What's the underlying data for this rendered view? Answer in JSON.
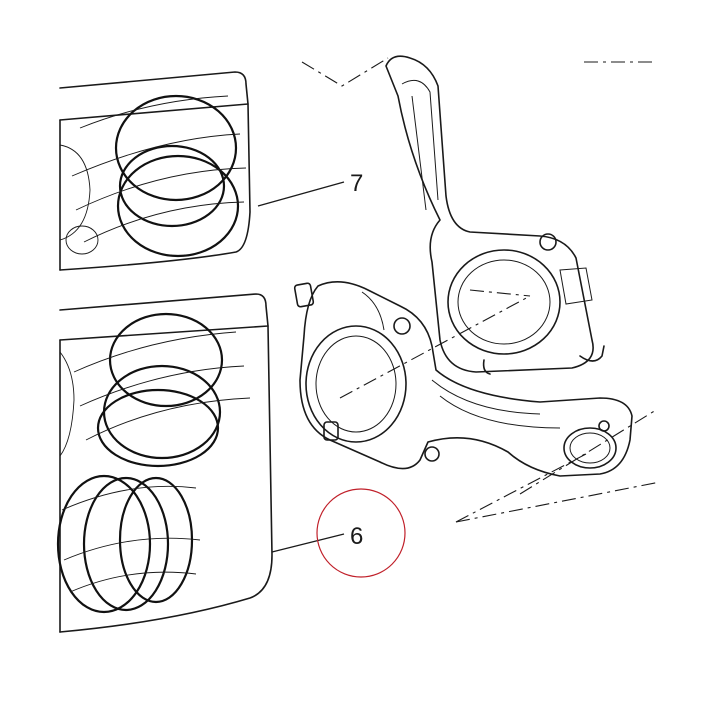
{
  "callouts": [
    {
      "id": "part-7",
      "label": "7"
    },
    {
      "id": "part-6",
      "label": "6"
    }
  ],
  "highlight": {
    "target": "part-6",
    "color": "#c0202a"
  }
}
